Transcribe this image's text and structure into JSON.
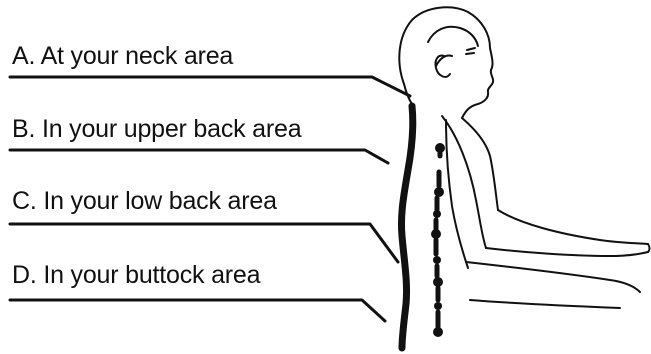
{
  "labels": {
    "a": "A. At your neck area",
    "b": "B. In your upper back area",
    "c": "C. In your low back area",
    "d": "D. In your buttock area"
  },
  "colors": {
    "ink": "#111111",
    "background": "#ffffff"
  }
}
